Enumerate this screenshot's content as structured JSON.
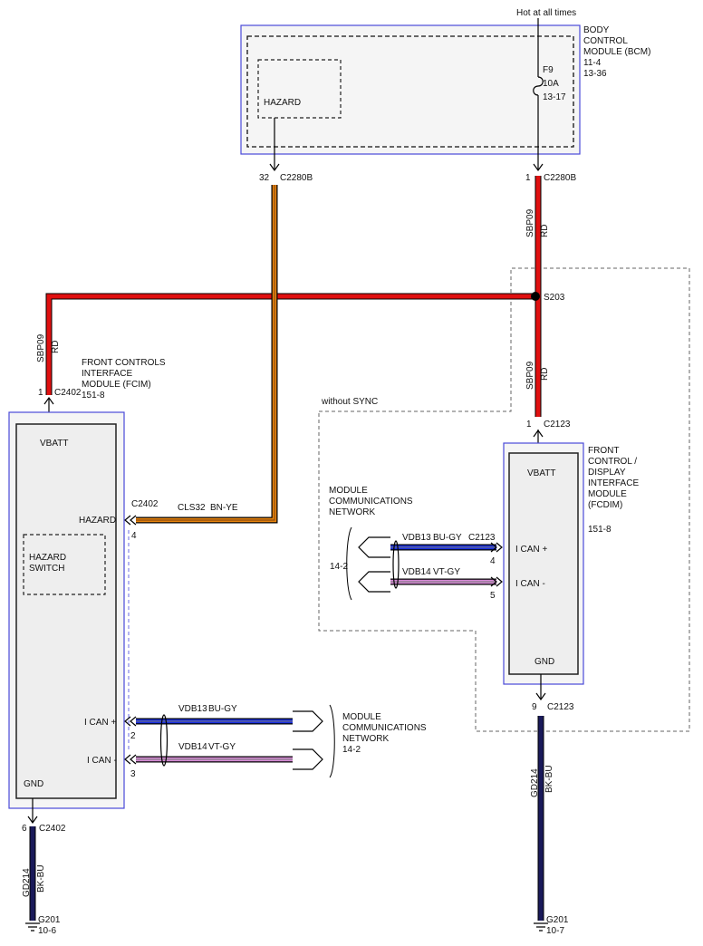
{
  "colors": {
    "red": "#e01010",
    "orange": "#e8840c",
    "brown_stripe": "#8a4a10",
    "blue": "#1a2fe0",
    "pink": "#d68ad6",
    "navy": "#1a1a5a",
    "module_border": "#4a4ad8"
  },
  "bcm": {
    "hot_label": "Hot at all times",
    "title_lines": [
      "BODY",
      "CONTROL",
      "MODULE (BCM)",
      "11-4",
      "13-36"
    ],
    "fuse_lines": [
      "F9",
      "10A",
      "13-17"
    ],
    "hazard_label": "HAZARD",
    "pin_hazard": "32",
    "connector_hazard": "C2280B",
    "pin_power": "1",
    "connector_power": "C2280B"
  },
  "bcm_wire": {
    "circuit": "SBP09",
    "color": "RD"
  },
  "splice": {
    "label": "S203"
  },
  "fcim_feed": {
    "circuit": "SBP09",
    "color": "RD",
    "pin": "1",
    "connector": "C2402"
  },
  "fcim": {
    "title_lines": [
      "FRONT CONTROLS",
      "INTERFACE",
      "MODULE (FCIM)",
      "151-8"
    ],
    "vbatt": "VBATT",
    "hazard": "HAZARD",
    "hazard_switch_lines": [
      "HAZARD",
      "SWITCH"
    ],
    "ican_plus": "I CAN +",
    "ican_minus": "I CAN -",
    "gnd": "GND",
    "hazard_connector": "C2402",
    "hazard_pin": "4",
    "ican_plus_pin": "2",
    "ican_minus_pin": "3",
    "gnd_pin": "6",
    "gnd_connector": "C2402"
  },
  "hazard_wire": {
    "circuit": "CLS32",
    "color": "BN-YE"
  },
  "fcim_network": {
    "wire1_circuit": "VDB13",
    "wire1_color": "BU-GY",
    "wire2_circuit": "VDB14",
    "wire2_color": "VT-GY",
    "label_lines": [
      "MODULE",
      "COMMUNICATIONS",
      "NETWORK",
      "14-2"
    ]
  },
  "fcim_ground": {
    "circuit": "GD214",
    "color": "BK-BU",
    "ground": "G201",
    "ref": "10-6"
  },
  "sync_box": {
    "label": "without SYNC"
  },
  "fcdim_feed": {
    "circuit": "SBP09",
    "color": "RD",
    "pin": "1",
    "connector": "C2123"
  },
  "fcdim": {
    "title_lines": [
      "FRONT",
      "CONTROL /",
      "DISPLAY",
      "INTERFACE",
      "MODULE",
      "(FCDIM)",
      "151-8"
    ],
    "vbatt": "VBATT",
    "ican_plus": "I CAN +",
    "ican_minus": "I CAN -",
    "gnd": "GND",
    "ican_plus_pin": "4",
    "ican_minus_pin": "5",
    "gnd_pin": "9",
    "gnd_connector": "C2123"
  },
  "fcdim_network": {
    "label_lines": [
      "MODULE",
      "COMMUNICATIONS",
      "NETWORK"
    ],
    "ref": "14-2",
    "wire1_circuit": "VDB13",
    "wire1_color": "BU-GY",
    "wire1_connector": "C2123",
    "wire2_circuit": "VDB14",
    "wire2_color": "VT-GY"
  },
  "fcdim_ground": {
    "circuit": "GD214",
    "color": "BK-BU",
    "ground": "G201",
    "ref": "10-7"
  }
}
